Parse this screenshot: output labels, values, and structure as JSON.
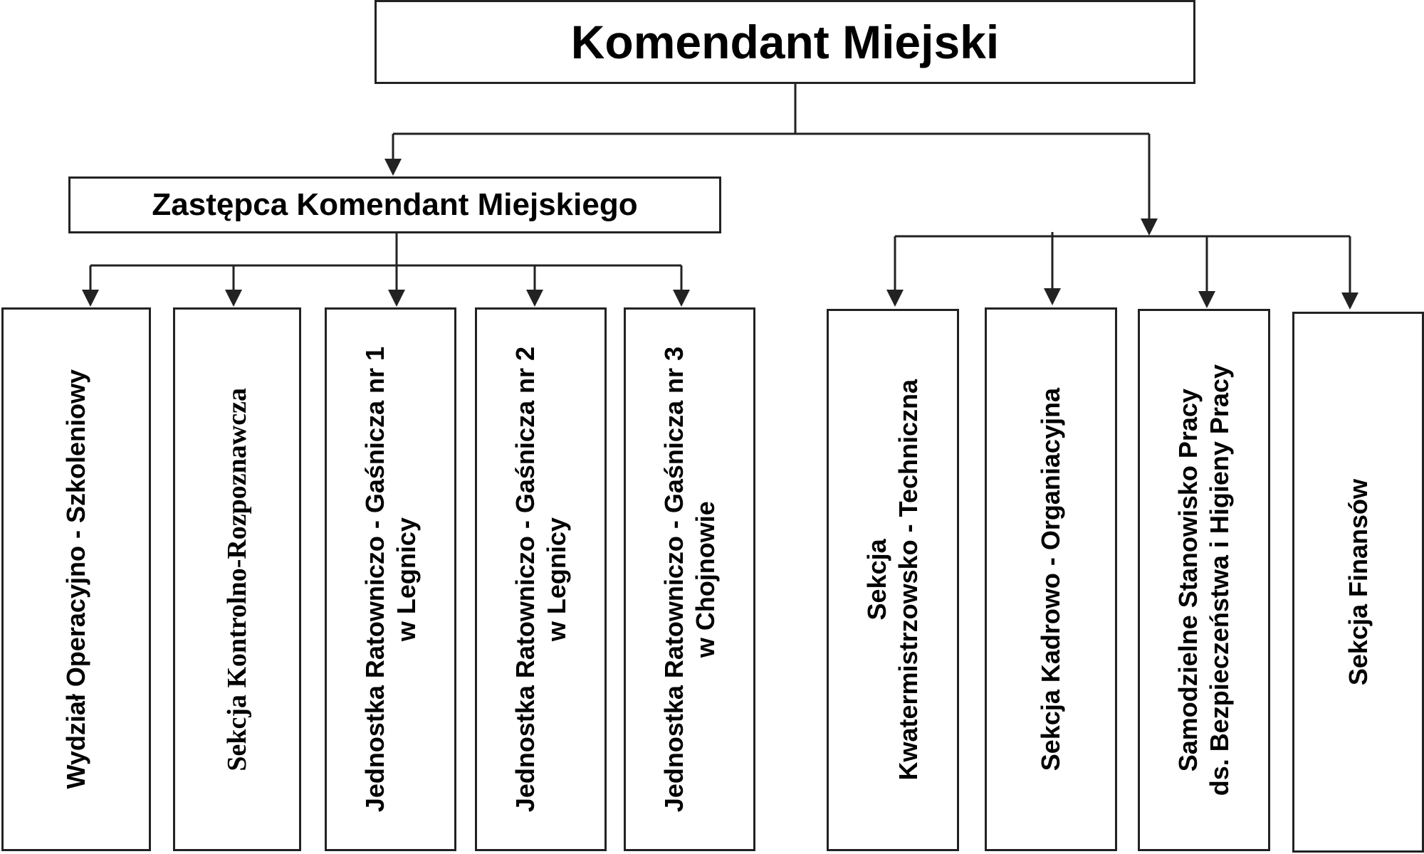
{
  "top": {
    "label": "Komendant Miejski"
  },
  "deputy": {
    "label": "Zastępca Komendant Miejskiego"
  },
  "deputy_units": [
    {
      "label": "Wydział Operacyjno - Szkoleniowy"
    },
    {
      "label": "Sekcja Kontrolno-Rozpoznawcza"
    },
    {
      "label": "Jednostka Ratowniczo - Gaśnicza nr 1\nw Legnicy"
    },
    {
      "label": "Jednostka Ratowniczo - Gaśnicza nr 2\nw Legnicy"
    },
    {
      "label": "Jednostka Ratowniczo - Gaśnicza nr 3\nw Chojnowie"
    }
  ],
  "direct_units": [
    {
      "label": "Sekcja\nKwatermistrzowsko - Techniczna"
    },
    {
      "label": "Sekcja Kadrowo - Organiacyjna"
    },
    {
      "label": "Samodzielne Stanowisko Pracy\nds. Bezpieczeństwa i Higieny Pracy"
    },
    {
      "label": "Sekcja Finansów"
    }
  ],
  "colors": {
    "line": "#222222"
  }
}
